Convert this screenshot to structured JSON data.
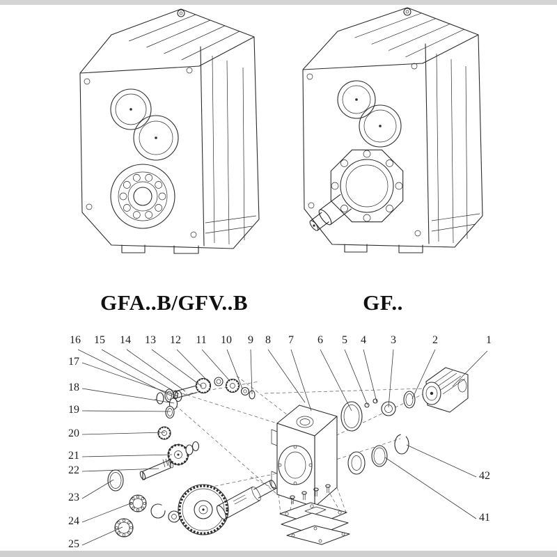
{
  "models": {
    "left_label": "GFA..B/GFV..B",
    "right_label": "GF.."
  },
  "parts_diagram": {
    "top_row_numbers": [
      "16",
      "15",
      "14",
      "13",
      "12",
      "11",
      "10",
      "9",
      "8",
      "7",
      "6",
      "5",
      "4",
      "3",
      "2",
      "1"
    ],
    "left_column_numbers": [
      "17",
      "18",
      "19",
      "20",
      "21",
      "22",
      "23",
      "24",
      "25"
    ],
    "right_column_numbers": [
      "42",
      "41"
    ]
  },
  "colors": {
    "line_color": "#2b2b2b",
    "label_color": "#101010",
    "leader_color": "#3a3a3a",
    "background": "#ffffff"
  }
}
